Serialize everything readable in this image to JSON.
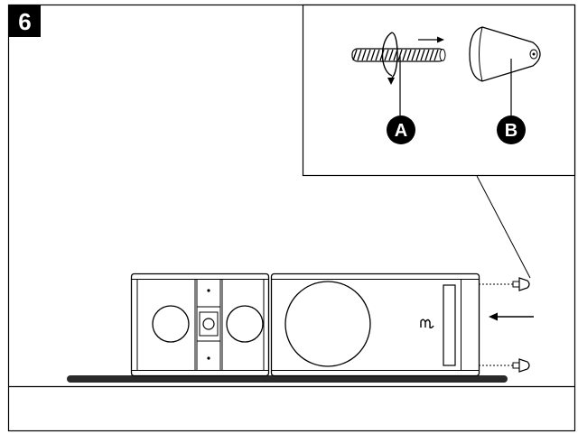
{
  "step": {
    "number": "6"
  },
  "detail": {
    "part_a": {
      "label": "A",
      "icon": "threaded-spike-icon"
    },
    "part_b": {
      "label": "B",
      "icon": "cone-foot-icon"
    }
  },
  "speaker": {
    "logo_icon": "brand-logo-icon"
  },
  "colors": {
    "ink": "#000000",
    "paper": "#ffffff",
    "plate": "#2a2a2a"
  }
}
